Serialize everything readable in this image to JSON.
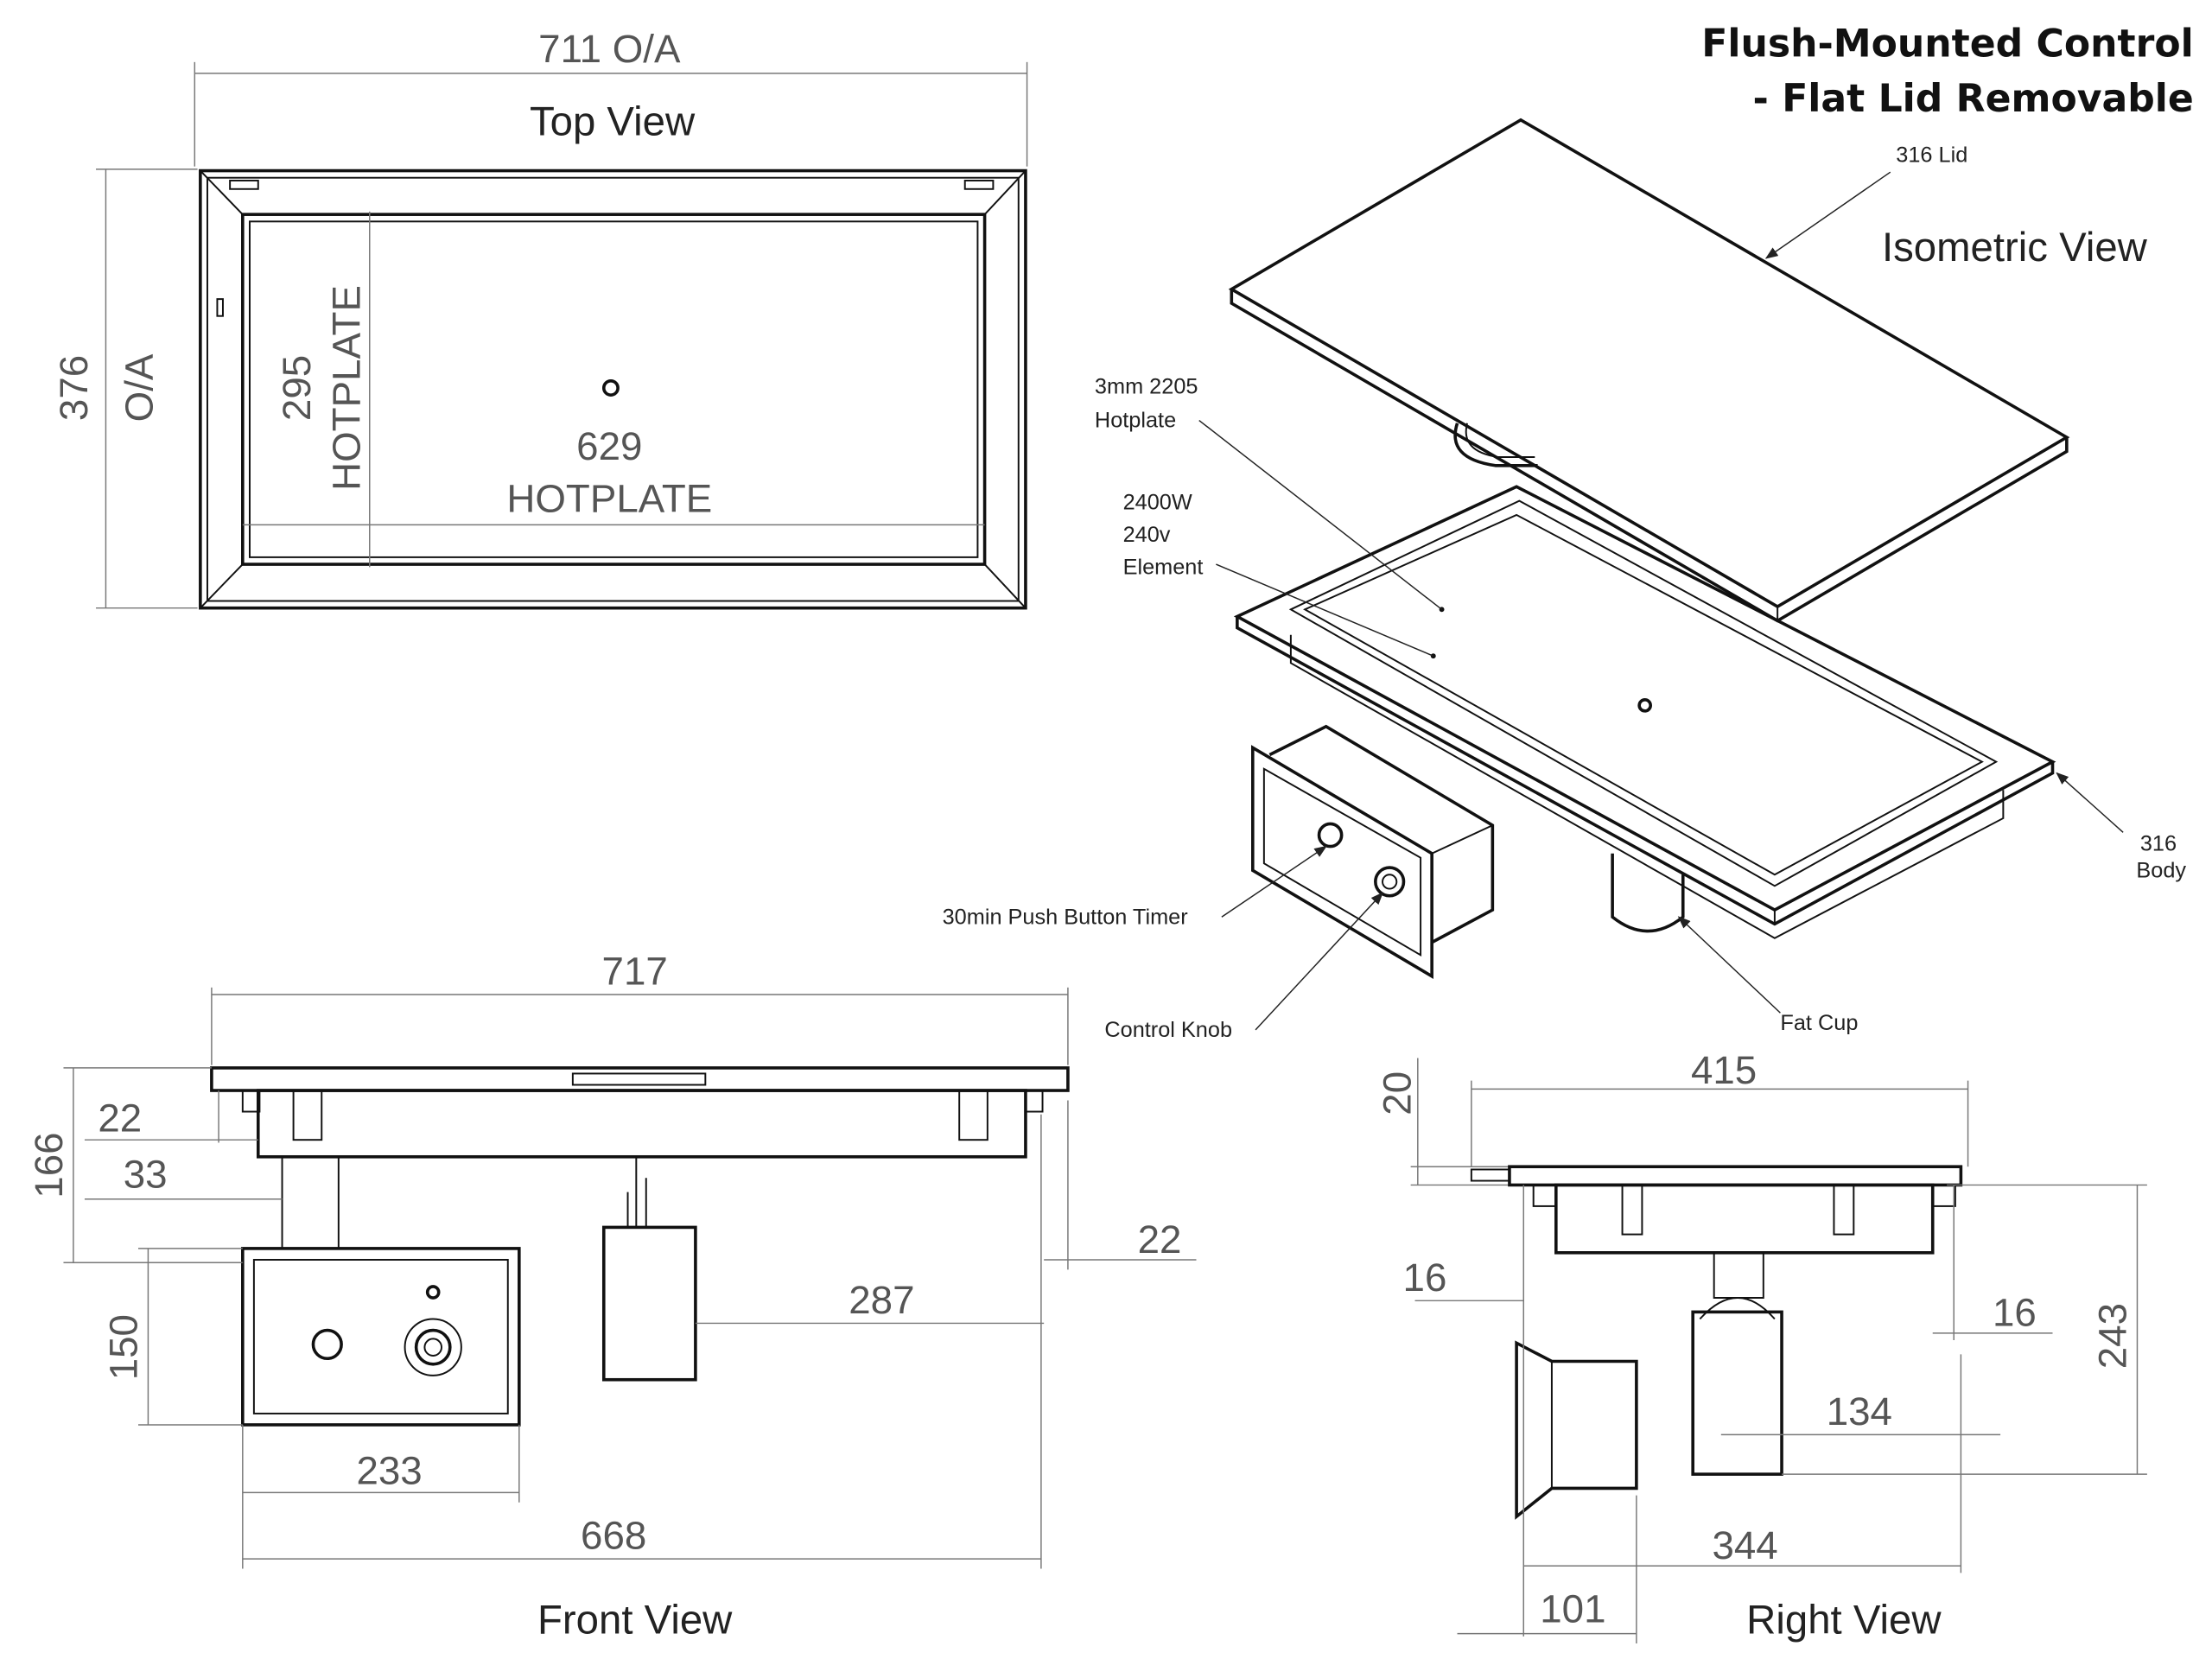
{
  "title": {
    "line1": "Flush-Mounted Control",
    "line2": "- Flat Lid Removable"
  },
  "top_view": {
    "label": "Top View",
    "overall_width": "711 O/A",
    "overall_depth_value": "376",
    "overall_depth_suffix": "O/A",
    "hotplate_depth_value": "295",
    "hotplate_depth_suffix": "HOTPLATE",
    "hotplate_width_value": "629",
    "hotplate_width_suffix": "HOTPLATE"
  },
  "isometric_view": {
    "label": "Isometric View",
    "callouts": {
      "lid": "316 Lid",
      "hotplate_l1": "3mm 2205",
      "hotplate_l2": "Hotplate",
      "element_l1": "2400W",
      "element_l2": "240v",
      "element_l3": "Element",
      "timer": "30min Push Button Timer",
      "knob": "Control Knob",
      "fat_cup": "Fat Cup",
      "body_l1": "316",
      "body_l2": "Body"
    }
  },
  "front_view": {
    "label": "Front View",
    "dims": {
      "overall": "717",
      "d22a": "22",
      "d33": "33",
      "d166": "166",
      "d150": "150",
      "d233": "233",
      "d668": "668",
      "d287": "287",
      "d22b": "22"
    }
  },
  "right_view": {
    "label": "Right View",
    "dims": {
      "d415": "415",
      "d20": "20",
      "d16a": "16",
      "d16b": "16",
      "d243": "243",
      "d134": "134",
      "d344": "344",
      "d101": "101"
    }
  }
}
